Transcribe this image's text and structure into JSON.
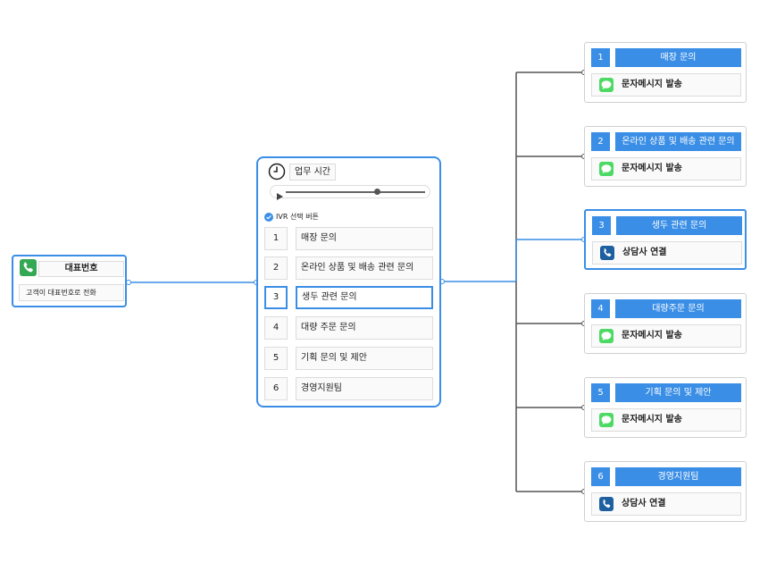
{
  "start": {
    "title": "대표번호",
    "description": "고객이 대표번호로 전화",
    "icon": "phone-icon",
    "icon_color": "#34a853"
  },
  "hours": {
    "title": "업무 시간",
    "icon": "clock-icon",
    "audio": {
      "progress": 0.66
    },
    "ivr_label": "IVR 선택 버튼",
    "options": [
      {
        "num": "1",
        "label": "매장 문의"
      },
      {
        "num": "2",
        "label": "온라인 상품 및 배송 관련 문의"
      },
      {
        "num": "3",
        "label": "생두 관련 문의",
        "selected": true
      },
      {
        "num": "4",
        "label": "대량 주문 문의"
      },
      {
        "num": "5",
        "label": "기획 문의 및 제안"
      },
      {
        "num": "6",
        "label": "경영지원팀"
      }
    ]
  },
  "responses": [
    {
      "num": "1",
      "name": "매장 문의",
      "action": "문자메시지 발송",
      "action_icon": "message-icon"
    },
    {
      "num": "2",
      "name": "온라인 상품 및 배송 관련 문의",
      "action": "문자메시지 발송",
      "action_icon": "message-icon"
    },
    {
      "num": "3",
      "name": "생두 관련 문의",
      "action": "상담사 연결",
      "action_icon": "phone-icon",
      "selected": true
    },
    {
      "num": "4",
      "name": "대량주문 문의",
      "action": "문자메시지 발송",
      "action_icon": "message-icon"
    },
    {
      "num": "5",
      "name": "기획 문의 및 제안",
      "action": "문자메시지 발송",
      "action_icon": "message-icon"
    },
    {
      "num": "6",
      "name": "경영지원팀",
      "action": "상담사 연결",
      "action_icon": "phone-icon"
    }
  ],
  "colors": {
    "accent": "#3a8ee6",
    "message_green": "#4cd964",
    "phone_blue": "#1e5fa0",
    "connector_gray": "#555555"
  }
}
